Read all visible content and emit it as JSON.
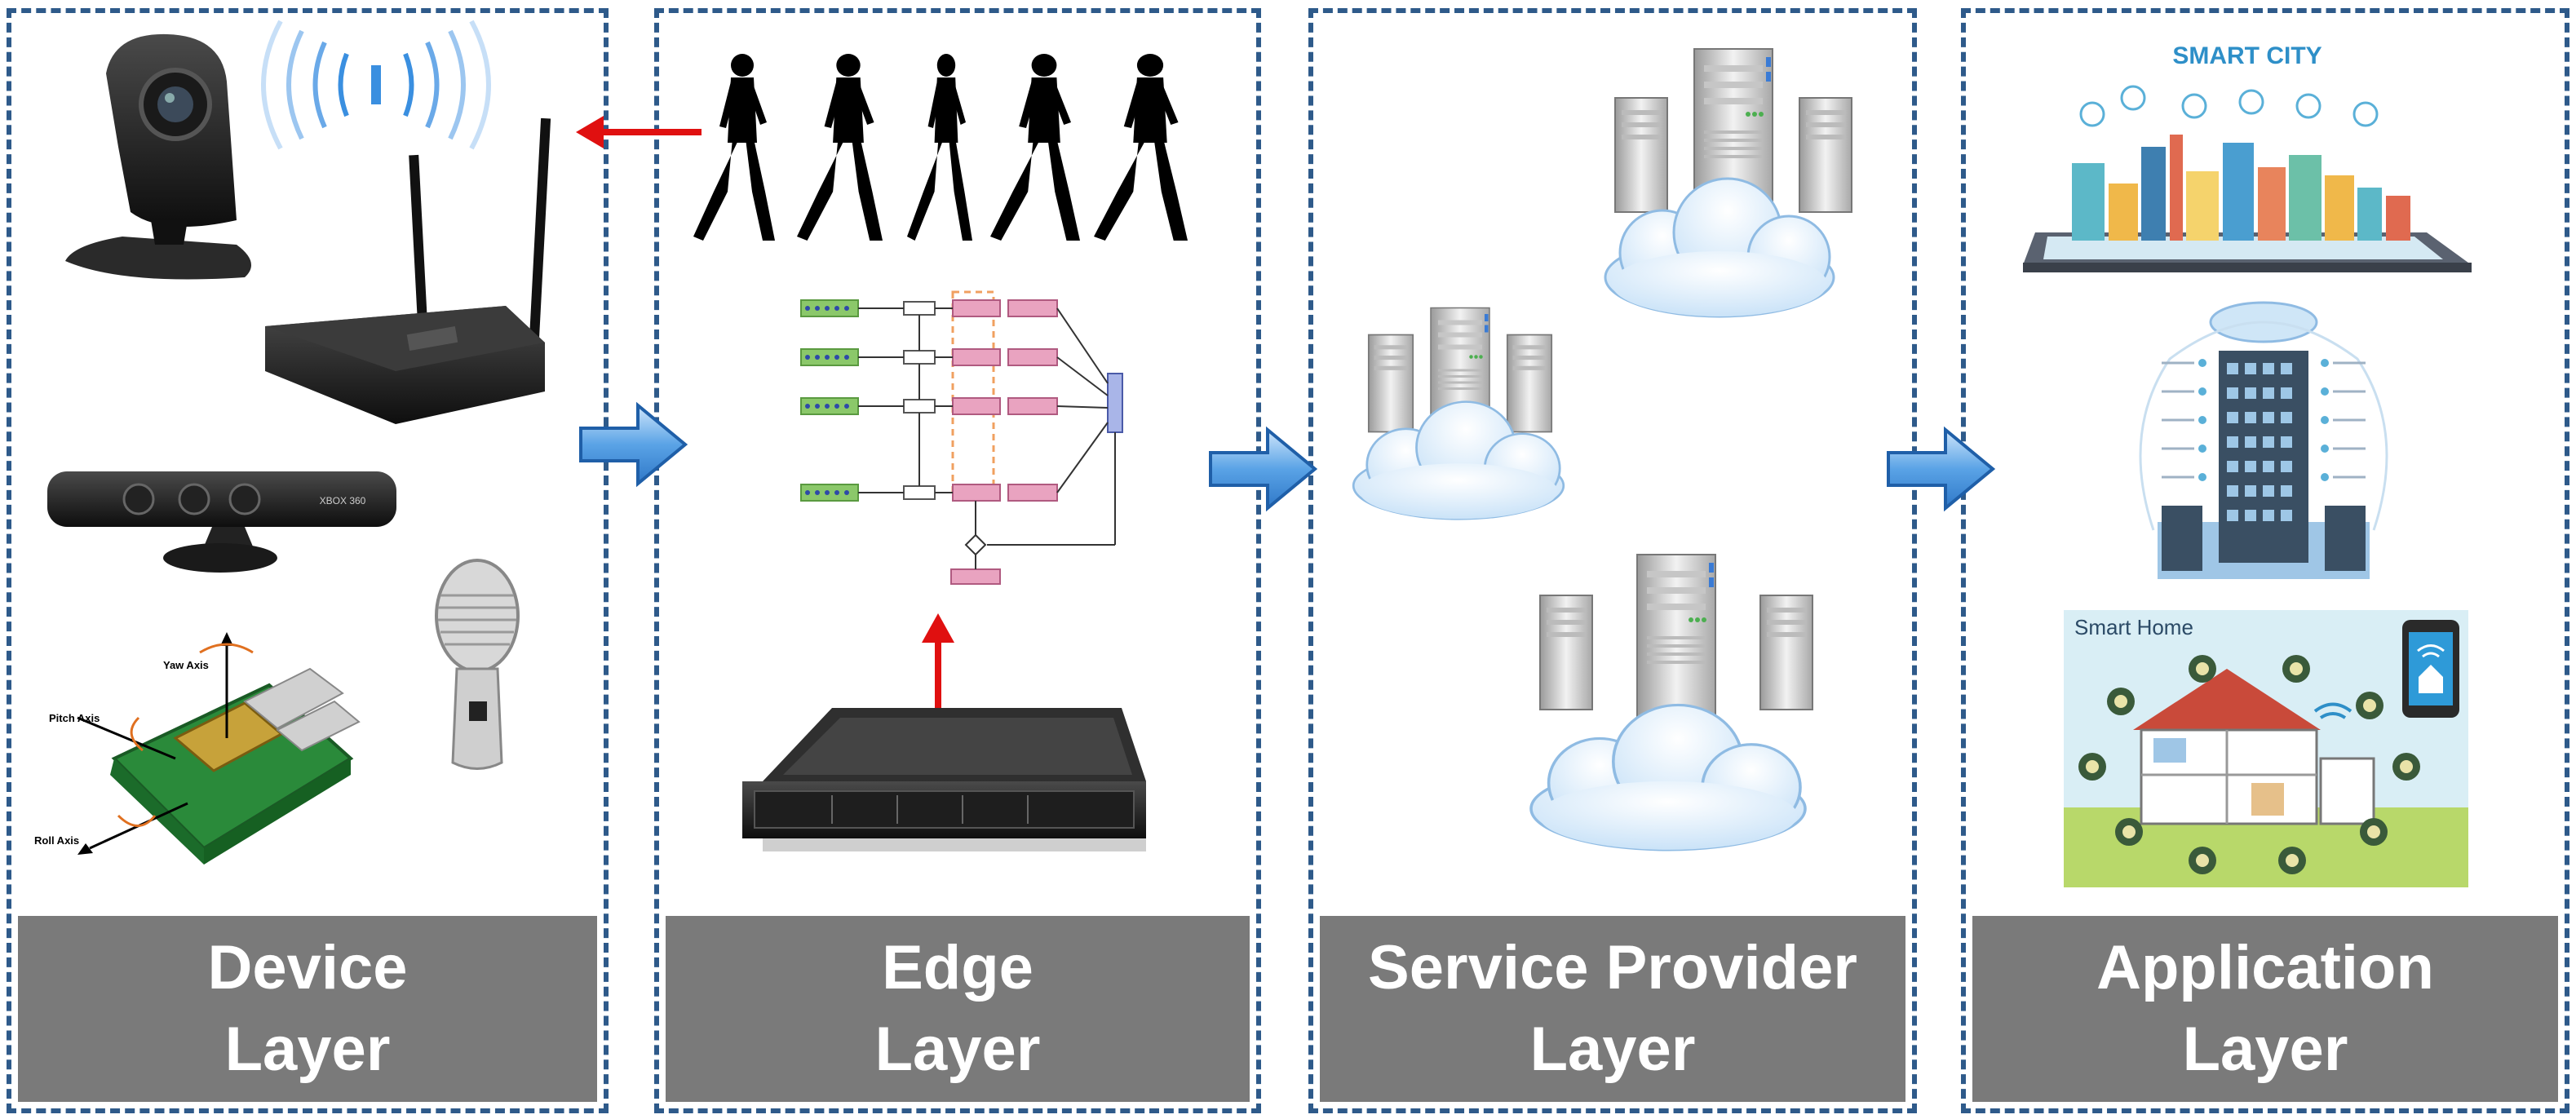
{
  "layers": [
    {
      "id": "device",
      "line1": "Device",
      "line2": "Layer"
    },
    {
      "id": "edge",
      "line1": "Edge",
      "line2": "Layer"
    },
    {
      "id": "service",
      "line1": "Service Provider",
      "line2": "Layer"
    },
    {
      "id": "application",
      "line1": "Application",
      "line2": "Layer"
    }
  ],
  "device": {
    "sensor_axes": {
      "yaw": "Yaw Axis",
      "pitch": "Pitch Axis",
      "roll": "Roll Axis"
    },
    "kinect_brand": "XBOX 360"
  },
  "application": {
    "smart_city_title": "SMART CITY",
    "smart_home_title": "Smart Home"
  },
  "colors": {
    "panel_border": "#2e5a8a",
    "label_bg": "#7a7a7a",
    "flow_arrow": "#4a90d9",
    "red_arrow": "#e01010"
  }
}
